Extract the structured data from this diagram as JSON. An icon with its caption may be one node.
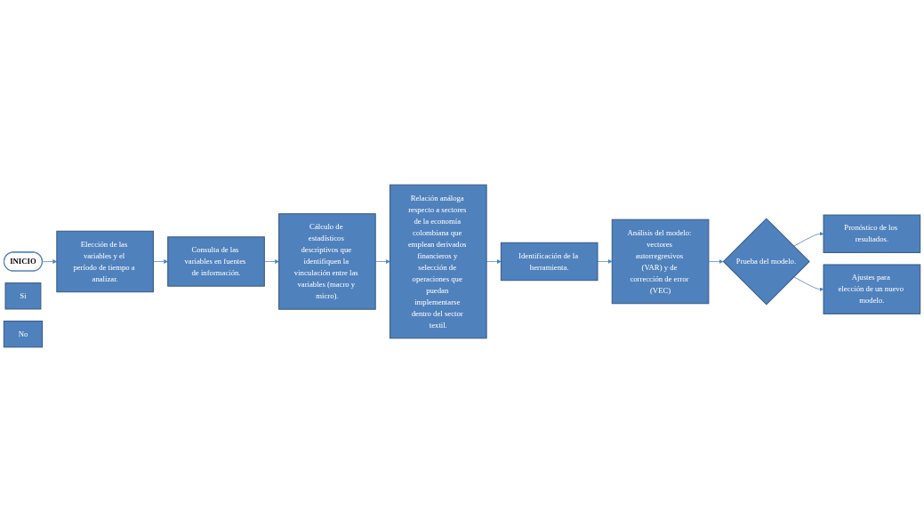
{
  "diagram": {
    "nodes": [
      {
        "text": [
          "INICIO"
        ]
      },
      {
        "text": [
          "Elección de las variables y el período de tiempo a analizar."
        ]
      },
      {
        "text": [
          "Consulta de las variables en fuentes de información."
        ]
      },
      {
        "text": [
          "Cálculo de estadísticos descriptivos que identifiquen la vinculación entre las variables (macro y micro)."
        ]
      },
      {
        "text": [
          "Relación análoga respecto a sectores de la economía colombiana que emplean derivados financieros y selección de operaciones que puedan implementarse dentro del sector textil."
        ]
      },
      {
        "text": [
          "Identificación de la herramienta."
        ]
      },
      {
        "text": [
          "Análisis del modelo: vectores autorregresivos (VAR) y de corrección de error (VEC)"
        ]
      },
      {
        "text": [
          "Prueba del modelo."
        ]
      },
      {
        "text": [
          "Si"
        ]
      },
      {
        "text": [
          "Pronóstico de los resultados."
        ]
      },
      {
        "text": [
          "No"
        ]
      },
      {
        "text": [
          "Ajustes para elección de un nuevo modelo."
        ]
      }
    ],
    "edges": [
      {
        "from": 0,
        "to": 1,
        "arrow": "to"
      },
      {
        "from": 1,
        "to": 2,
        "arrow": "to"
      },
      {
        "from": 2,
        "to": 3,
        "arrow": "to"
      },
      {
        "from": 3,
        "to": 4,
        "arrow": "to"
      },
      {
        "from": 4,
        "to": 5,
        "arrow": "to"
      },
      {
        "from": 5,
        "to": 6,
        "arrow": "to"
      },
      {
        "from": 6,
        "to": 7,
        "arrow": "to"
      },
      {
        "from": 7,
        "to": 9,
        "arrow": "to"
      },
      {
        "from": 7,
        "to": 11,
        "arrow": "to"
      }
    ]
  }
}
